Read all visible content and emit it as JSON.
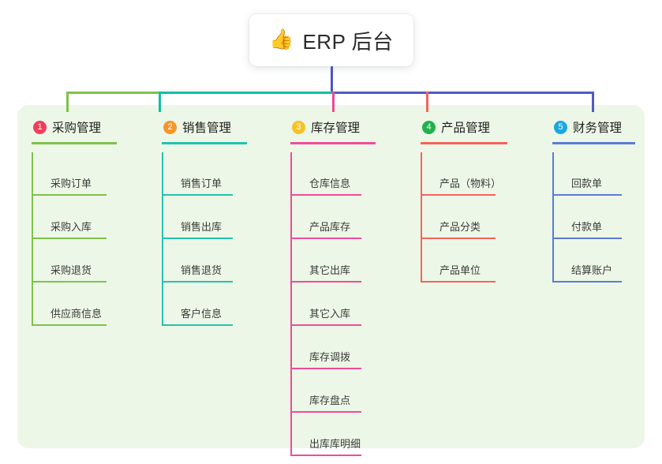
{
  "root": {
    "icon": "thumbs-up-icon",
    "icon_glyph": "👍",
    "title": "ERP 后台"
  },
  "panel": {
    "background": "#edf7e7"
  },
  "connector": {
    "stem_color": "#4f54c4",
    "segments": [
      {
        "name": "green-segment",
        "color": "#7ec24a"
      },
      {
        "name": "teal-segment",
        "color": "#11c0a4"
      },
      {
        "name": "indigo-segment",
        "color": "#5159c6"
      }
    ],
    "drops": [
      "#7ec24a",
      "#11c0a4",
      "#ec4899",
      "#f4645c",
      "#5159c6"
    ]
  },
  "columns": [
    {
      "number": "1",
      "title": "采购管理",
      "badge_color": "#ef3e5c",
      "line_color": "#7ec24a",
      "items": [
        "采购订单",
        "采购入库",
        "采购退货",
        "供应商信息"
      ]
    },
    {
      "number": "2",
      "title": "销售管理",
      "badge_color": "#f5962a",
      "line_color": "#22c3ae",
      "items": [
        "销售订单",
        "销售出库",
        "销售退货",
        "客户信息"
      ]
    },
    {
      "number": "3",
      "title": "库存管理",
      "badge_color": "#f7c325",
      "line_color": "#ee4c9b",
      "items": [
        "仓库信息",
        "产品库存",
        "其它出库",
        "其它入库",
        "库存调拨",
        "库存盘点",
        "出库库明细"
      ]
    },
    {
      "number": "4",
      "title": "产品管理",
      "badge_color": "#22b14c",
      "line_color": "#f4645c",
      "items": [
        "产品（物料）",
        "产品分类",
        "产品单位"
      ]
    },
    {
      "number": "5",
      "title": "财务管理",
      "badge_color": "#1ba8e0",
      "line_color": "#5b7bd5",
      "items": [
        "回款单",
        "付款单",
        "结算账户"
      ]
    }
  ]
}
